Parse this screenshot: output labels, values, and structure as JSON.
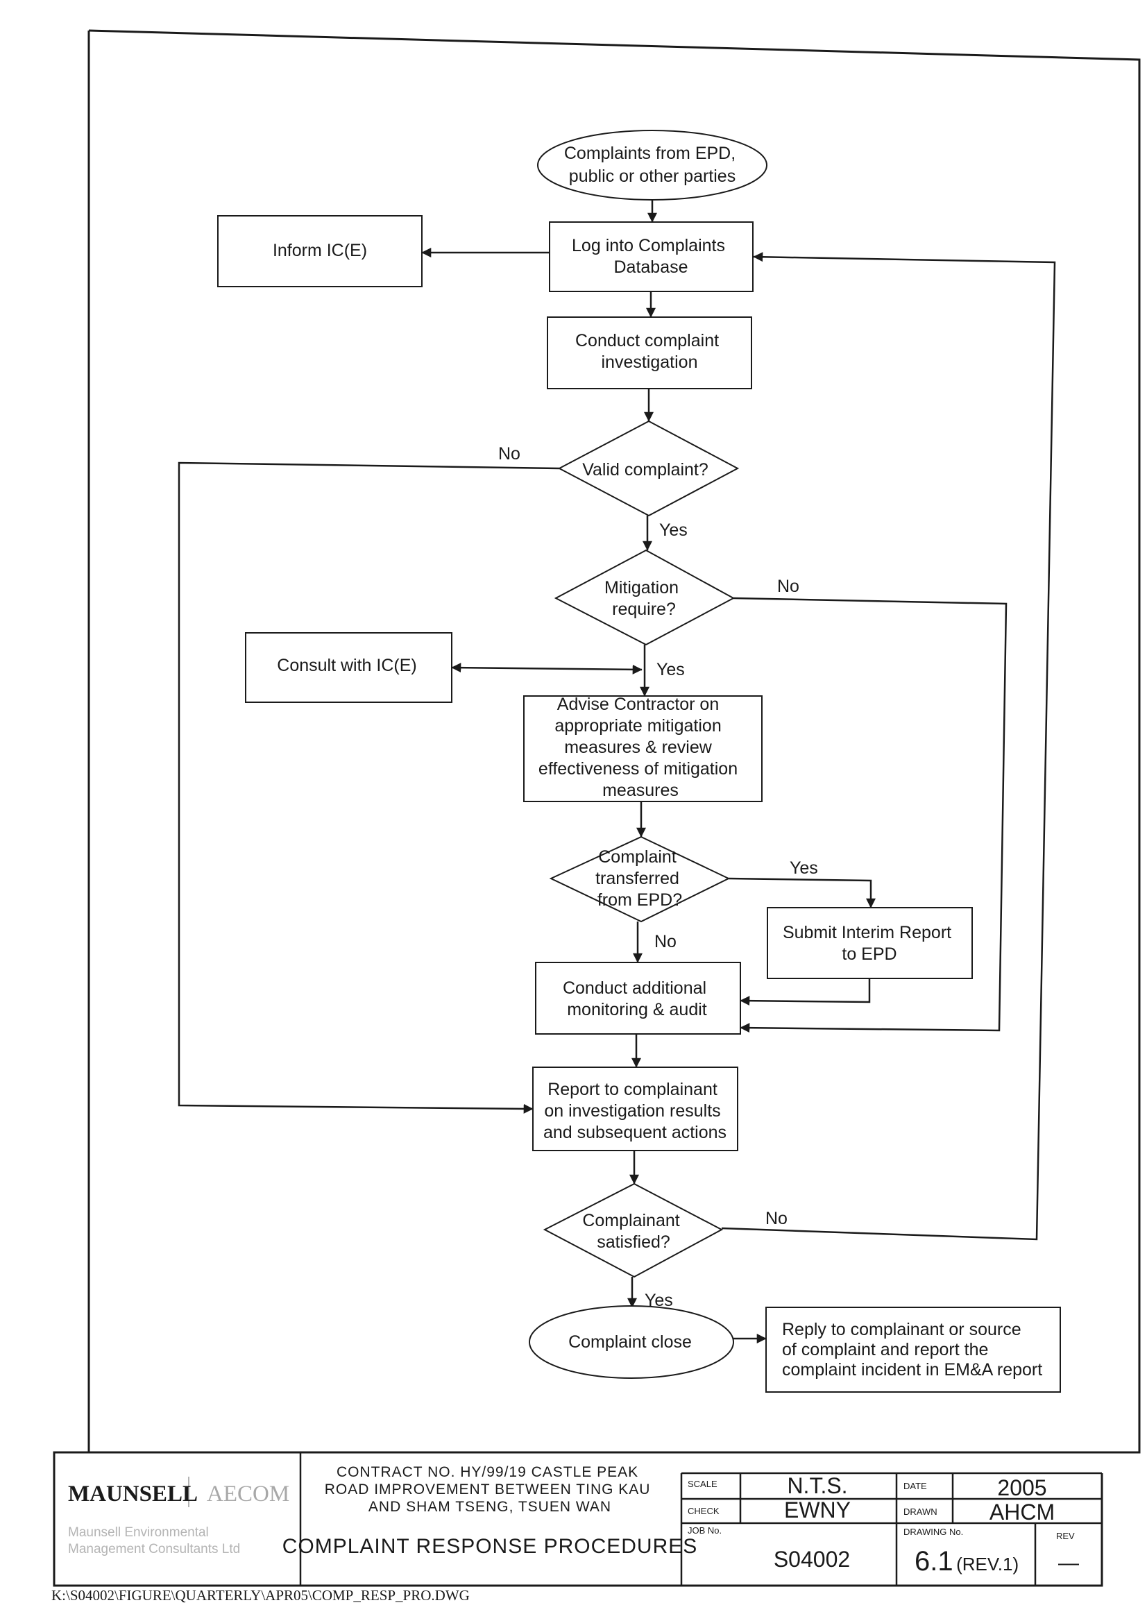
{
  "diagram": {
    "nodes": {
      "start": {
        "lines": [
          "Complaints from EPD,",
          "public or other parties"
        ]
      },
      "log": {
        "lines": [
          "Log into Complaints",
          "Database"
        ]
      },
      "inform": {
        "lines": [
          "Inform IC(E)"
        ]
      },
      "investigate": {
        "lines": [
          "Conduct complaint",
          "investigation"
        ]
      },
      "valid": {
        "lines": [
          "Valid complaint?"
        ]
      },
      "mitigation": {
        "lines": [
          "Mitigation",
          "require?"
        ]
      },
      "consult": {
        "lines": [
          "Consult with IC(E)"
        ]
      },
      "advise": {
        "lines": [
          "Advise Contractor on",
          "appropriate mitigation",
          "measures & review",
          "effectiveness of mitigation",
          "measures"
        ]
      },
      "transferred": {
        "lines": [
          "Complaint",
          "transferred",
          "from EPD?"
        ]
      },
      "interim": {
        "lines": [
          "Submit Interim Report",
          "to EPD"
        ]
      },
      "monitoring": {
        "lines": [
          "Conduct additional",
          "monitoring & audit"
        ]
      },
      "report": {
        "lines": [
          "Report to complainant",
          "on investigation results",
          "and subsequent actions"
        ]
      },
      "satisfied": {
        "lines": [
          "Complainant",
          "satisfied?"
        ]
      },
      "close": {
        "lines": [
          "Complaint close"
        ]
      },
      "reply": {
        "lines": [
          "Reply to complainant or source",
          "of complaint and report the",
          "complaint incident in EM&A report"
        ]
      }
    },
    "edges": [
      {
        "from": "start",
        "to": "log",
        "label": ""
      },
      {
        "from": "log",
        "to": "inform",
        "label": ""
      },
      {
        "from": "log",
        "to": "investigate",
        "label": ""
      },
      {
        "from": "investigate",
        "to": "valid",
        "label": ""
      },
      {
        "from": "valid",
        "to": "report",
        "label": "No"
      },
      {
        "from": "valid",
        "to": "mitigation",
        "label": "Yes"
      },
      {
        "from": "mitigation",
        "to": "monitoring",
        "label": "No"
      },
      {
        "from": "mitigation",
        "to": "advise",
        "label": "Yes"
      },
      {
        "from": "consult",
        "to": "advise",
        "label": ""
      },
      {
        "from": "advise",
        "to": "transferred",
        "label": ""
      },
      {
        "from": "transferred",
        "to": "interim",
        "label": "Yes"
      },
      {
        "from": "transferred",
        "to": "monitoring",
        "label": "No"
      },
      {
        "from": "interim",
        "to": "monitoring",
        "label": ""
      },
      {
        "from": "monitoring",
        "to": "report",
        "label": ""
      },
      {
        "from": "report",
        "to": "satisfied",
        "label": ""
      },
      {
        "from": "satisfied",
        "to": "log",
        "label": "No"
      },
      {
        "from": "satisfied",
        "to": "close",
        "label": "Yes"
      },
      {
        "from": "close",
        "to": "reply",
        "label": ""
      }
    ]
  },
  "title_block": {
    "company": "MAUNSELL",
    "partner": "AECOM",
    "subsidiary": [
      "Maunsell Environmental",
      "Management Consultants Ltd"
    ],
    "contract": [
      "CONTRACT NO. HY/99/19 CASTLE PEAK",
      "ROAD IMPROVEMENT BETWEEN TING KAU",
      "AND SHAM TSENG, TSUEN WAN"
    ],
    "title": "COMPLAINT RESPONSE PROCEDURES",
    "scale_label": "SCALE",
    "scale": "N.T.S.",
    "check_label": "CHECK",
    "check": "EWNY",
    "job_label": "JOB No.",
    "job": "S04002",
    "date_label": "DATE",
    "date": "2005",
    "drawn_label": "DRAWN",
    "drawn": "AHCM",
    "drawing_label": "DRAWING No.",
    "drawing_no": "6.1",
    "drawing_rev": "(REV.1)",
    "rev_label": "REV",
    "rev": "—"
  },
  "file_path": "K:\\S04002\\FIGURE\\QUARTERLY\\APR05\\COMP_RESP_PRO.DWG"
}
